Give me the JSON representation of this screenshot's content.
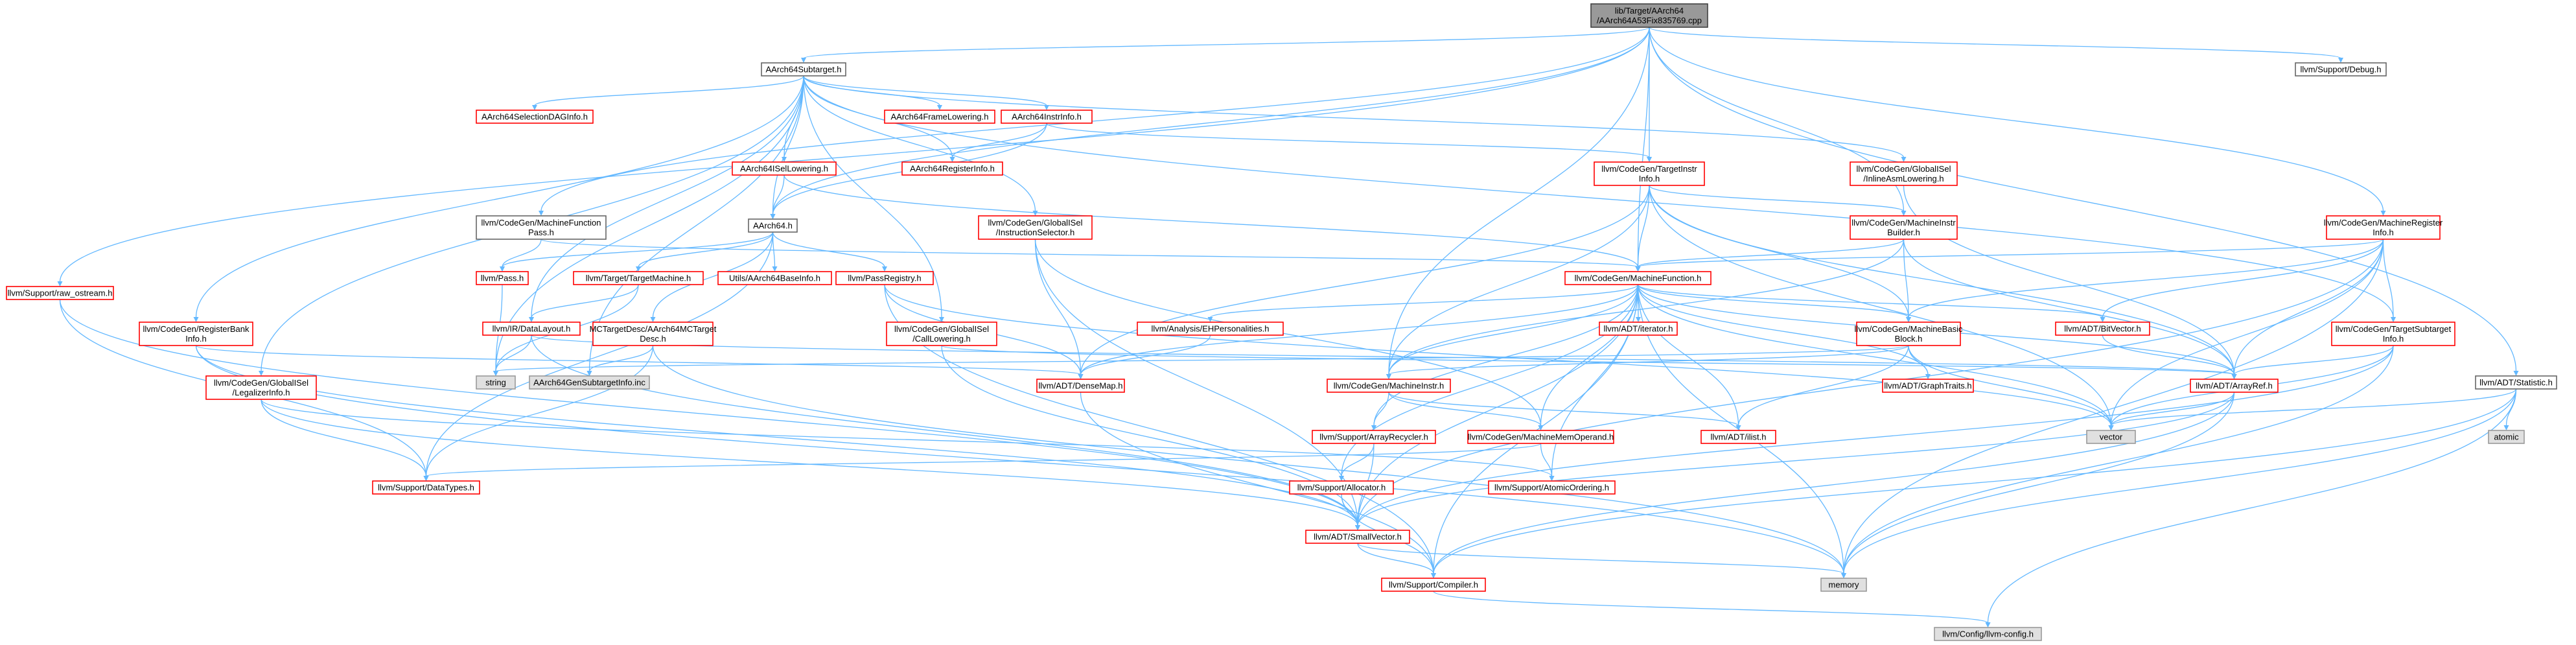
{
  "colors": {
    "root_fill": "#999999",
    "node_stroke_red": "#ff0000",
    "node_stroke_gray": "#666666",
    "node_stroke_dark": "#404040",
    "ext_fill": "#e0e0e0",
    "ext_stroke": "#999999",
    "edge": "#63b8ff",
    "text": "#000000",
    "link_text": "#cc0000"
  },
  "nodes": [
    {
      "id": "root",
      "lines": [
        "lib/Target/AArch64",
        "/AArch64A53Fix835769.cpp"
      ],
      "kind": "root"
    },
    {
      "id": "subtarget",
      "lines": [
        "AArch64Subtarget.h"
      ],
      "kind": "gray"
    },
    {
      "id": "support_debug",
      "lines": [
        "llvm/Support/Debug.h"
      ],
      "kind": "gray"
    },
    {
      "id": "raw_ostream",
      "lines": [
        "llvm/Support/raw_ostream.h"
      ],
      "kind": "red"
    },
    {
      "id": "sel_dag",
      "lines": [
        "AArch64SelectionDAGInfo.h"
      ],
      "kind": "red"
    },
    {
      "id": "frame_lowering",
      "lines": [
        "AArch64FrameLowering.h"
      ],
      "kind": "red"
    },
    {
      "id": "instr_info",
      "lines": [
        "AArch64InstrInfo.h"
      ],
      "kind": "red"
    },
    {
      "id": "register_info",
      "lines": [
        "AArch64RegisterInfo.h"
      ],
      "kind": "red"
    },
    {
      "id": "isel_lowering",
      "lines": [
        "AArch64ISelLowering.h"
      ],
      "kind": "red"
    },
    {
      "id": "mf_pass",
      "lines": [
        "llvm/CodeGen/MachineFunction",
        "Pass.h"
      ],
      "kind": "gray"
    },
    {
      "id": "aarch64",
      "lines": [
        "AArch64.h"
      ],
      "kind": "gray"
    },
    {
      "id": "pass",
      "lines": [
        "llvm/Pass.h"
      ],
      "kind": "red"
    },
    {
      "id": "target_machine",
      "lines": [
        "llvm/Target/TargetMachine.h"
      ],
      "kind": "red"
    },
    {
      "id": "base_info",
      "lines": [
        "Utils/AArch64BaseInfo.h"
      ],
      "kind": "red"
    },
    {
      "id": "pass_registry",
      "lines": [
        "llvm/PassRegistry.h"
      ],
      "kind": "red"
    },
    {
      "id": "data_layout",
      "lines": [
        "llvm/IR/DataLayout.h"
      ],
      "kind": "red"
    },
    {
      "id": "mc_target",
      "lines": [
        "MCTargetDesc/AArch64MCTarget",
        "Desc.h"
      ],
      "kind": "red"
    },
    {
      "id": "gisel_isel",
      "lines": [
        "llvm/CodeGen/GlobalISel",
        "/InstructionSelector.h"
      ],
      "kind": "red"
    },
    {
      "id": "gisel_call",
      "lines": [
        "llvm/CodeGen/GlobalISel",
        "/CallLowering.h"
      ],
      "kind": "red"
    },
    {
      "id": "regbank_info",
      "lines": [
        "llvm/CodeGen/RegisterBank",
        "Info.h"
      ],
      "kind": "red"
    },
    {
      "id": "gisel_legalizer",
      "lines": [
        "llvm/CodeGen/GlobalISel",
        "/LegalizerInfo.h"
      ],
      "kind": "red"
    },
    {
      "id": "target_instr",
      "lines": [
        "llvm/CodeGen/TargetInstr",
        "Info.h"
      ],
      "kind": "red"
    },
    {
      "id": "gisel_inline",
      "lines": [
        "llvm/CodeGen/GlobalISel",
        "/InlineAsmLowering.h"
      ],
      "kind": "red"
    },
    {
      "id": "mi_builder",
      "lines": [
        "llvm/CodeGen/MachineInstr",
        "Builder.h"
      ],
      "kind": "red"
    },
    {
      "id": "machine_function",
      "lines": [
        "llvm/CodeGen/MachineFunction.h"
      ],
      "kind": "red"
    },
    {
      "id": "mri",
      "lines": [
        "llvm/CodeGen/MachineRegister",
        "Info.h"
      ],
      "kind": "red"
    },
    {
      "id": "eh_personalities",
      "lines": [
        "llvm/Analysis/EHPersonalities.h"
      ],
      "kind": "red"
    },
    {
      "id": "adt_iterator",
      "lines": [
        "llvm/ADT/iterator.h"
      ],
      "kind": "red"
    },
    {
      "id": "mbb",
      "lines": [
        "llvm/CodeGen/MachineBasic",
        "Block.h"
      ],
      "kind": "red"
    },
    {
      "id": "adt_bitvector",
      "lines": [
        "llvm/ADT/BitVector.h"
      ],
      "kind": "red"
    },
    {
      "id": "target_subtarget",
      "lines": [
        "llvm/CodeGen/TargetSubtarget",
        "Info.h"
      ],
      "kind": "red"
    },
    {
      "id": "adt_statistic",
      "lines": [
        "llvm/ADT/Statistic.h"
      ],
      "kind": "gray"
    },
    {
      "id": "string",
      "lines": [
        "string"
      ],
      "kind": "ext"
    },
    {
      "id": "subtarget_info_inc",
      "lines": [
        "AArch64GenSubtargetInfo.inc"
      ],
      "kind": "ext"
    },
    {
      "id": "adt_densemap",
      "lines": [
        "llvm/ADT/DenseMap.h"
      ],
      "kind": "red"
    },
    {
      "id": "machine_instr",
      "lines": [
        "llvm/CodeGen/MachineInstr.h"
      ],
      "kind": "red"
    },
    {
      "id": "adt_graphtraits",
      "lines": [
        "llvm/ADT/GraphTraits.h"
      ],
      "kind": "red"
    },
    {
      "id": "adt_arrayref",
      "lines": [
        "llvm/ADT/ArrayRef.h"
      ],
      "kind": "red"
    },
    {
      "id": "vector",
      "lines": [
        "vector"
      ],
      "kind": "ext"
    },
    {
      "id": "atomic",
      "lines": [
        "atomic"
      ],
      "kind": "ext"
    },
    {
      "id": "array_recycler",
      "lines": [
        "llvm/Support/ArrayRecycler.h"
      ],
      "kind": "red"
    },
    {
      "id": "mmo",
      "lines": [
        "llvm/CodeGen/MachineMemOperand.h"
      ],
      "kind": "red"
    },
    {
      "id": "adt_ilist",
      "lines": [
        "llvm/ADT/ilist.h"
      ],
      "kind": "red"
    },
    {
      "id": "support_allocator",
      "lines": [
        "llvm/Support/Allocator.h"
      ],
      "kind": "red"
    },
    {
      "id": "atomic_ordering",
      "lines": [
        "llvm/Support/AtomicOrdering.h"
      ],
      "kind": "red"
    },
    {
      "id": "data_types",
      "lines": [
        "llvm/Support/DataTypes.h"
      ],
      "kind": "red"
    },
    {
      "id": "small_vector",
      "lines": [
        "llvm/ADT/SmallVector.h"
      ],
      "kind": "red"
    },
    {
      "id": "memory",
      "lines": [
        "memory"
      ],
      "kind": "ext"
    },
    {
      "id": "compiler",
      "lines": [
        "llvm/Support/Compiler.h"
      ],
      "kind": "red"
    },
    {
      "id": "llvm_config",
      "lines": [
        "llvm/Config/llvm-config.h"
      ],
      "kind": "ext"
    }
  ],
  "edges": [
    [
      "root",
      "subtarget"
    ],
    [
      "root",
      "support_debug"
    ],
    [
      "root",
      "raw_ostream"
    ],
    [
      "root",
      "mf_pass"
    ],
    [
      "root",
      "aarch64"
    ],
    [
      "root",
      "target_instr"
    ],
    [
      "root",
      "mi_builder"
    ],
    [
      "root",
      "machine_function"
    ],
    [
      "root",
      "mri"
    ],
    [
      "root",
      "adt_statistic"
    ],
    [
      "root",
      "machine_instr"
    ],
    [
      "subtarget",
      "sel_dag"
    ],
    [
      "subtarget",
      "frame_lowering"
    ],
    [
      "subtarget",
      "instr_info"
    ],
    [
      "subtarget",
      "register_info"
    ],
    [
      "subtarget",
      "isel_lowering"
    ],
    [
      "subtarget",
      "aarch64"
    ],
    [
      "subtarget",
      "gisel_isel"
    ],
    [
      "subtarget",
      "gisel_call"
    ],
    [
      "subtarget",
      "regbank_info"
    ],
    [
      "subtarget",
      "gisel_legalizer"
    ],
    [
      "subtarget",
      "gisel_inline"
    ],
    [
      "subtarget",
      "target_subtarget"
    ],
    [
      "subtarget",
      "string"
    ],
    [
      "subtarget",
      "subtarget_info_inc"
    ],
    [
      "subtarget",
      "data_layout"
    ],
    [
      "instr_info",
      "register_info"
    ],
    [
      "instr_info",
      "target_instr"
    ],
    [
      "instr_info",
      "aarch64"
    ],
    [
      "isel_lowering",
      "aarch64"
    ],
    [
      "isel_lowering",
      "machine_function"
    ],
    [
      "mf_pass",
      "pass"
    ],
    [
      "mf_pass",
      "machine_function"
    ],
    [
      "aarch64",
      "pass"
    ],
    [
      "aarch64",
      "target_machine"
    ],
    [
      "aarch64",
      "base_info"
    ],
    [
      "aarch64",
      "pass_registry"
    ],
    [
      "aarch64",
      "mc_target"
    ],
    [
      "aarch64",
      "data_types"
    ],
    [
      "pass",
      "string"
    ],
    [
      "target_machine",
      "data_layout"
    ],
    [
      "target_machine",
      "string"
    ],
    [
      "pass_registry",
      "adt_densemap"
    ],
    [
      "pass_registry",
      "compiler"
    ],
    [
      "pass_registry",
      "vector"
    ],
    [
      "data_layout",
      "small_vector"
    ],
    [
      "data_layout",
      "string"
    ],
    [
      "data_layout",
      "adt_arrayref"
    ],
    [
      "mc_target",
      "data_types"
    ],
    [
      "mc_target",
      "memory"
    ],
    [
      "mc_target",
      "subtarget_info_inc"
    ],
    [
      "gisel_isel",
      "adt_densemap"
    ],
    [
      "gisel_isel",
      "small_vector"
    ],
    [
      "gisel_isel",
      "mmo"
    ],
    [
      "gisel_call",
      "small_vector"
    ],
    [
      "gisel_call",
      "adt_arrayref"
    ],
    [
      "regbank_info",
      "small_vector"
    ],
    [
      "regbank_info",
      "memory"
    ],
    [
      "regbank_info",
      "adt_densemap"
    ],
    [
      "gisel_legalizer",
      "small_vector"
    ],
    [
      "gisel_legalizer",
      "atomic_ordering"
    ],
    [
      "gisel_legalizer",
      "data_types"
    ],
    [
      "target_instr",
      "machine_function"
    ],
    [
      "target_instr",
      "mbb"
    ],
    [
      "target_instr",
      "machine_instr"
    ],
    [
      "target_instr",
      "adt_arrayref"
    ],
    [
      "target_instr",
      "adt_densemap"
    ],
    [
      "target_instr",
      "mi_builder"
    ],
    [
      "target_instr",
      "vector"
    ],
    [
      "gisel_inline",
      "adt_arrayref"
    ],
    [
      "mi_builder",
      "machine_function"
    ],
    [
      "mi_builder",
      "mbb"
    ],
    [
      "mi_builder",
      "machine_instr"
    ],
    [
      "mi_builder",
      "adt_arrayref"
    ],
    [
      "mri",
      "machine_function"
    ],
    [
      "mri",
      "mbb"
    ],
    [
      "mri",
      "adt_bitvector"
    ],
    [
      "mri",
      "target_subtarget"
    ],
    [
      "mri",
      "adt_arrayref"
    ],
    [
      "mri",
      "small_vector"
    ],
    [
      "mri",
      "memory"
    ],
    [
      "mri",
      "vector"
    ],
    [
      "machine_function",
      "eh_personalities"
    ],
    [
      "machine_function",
      "adt_iterator"
    ],
    [
      "machine_function",
      "mbb"
    ],
    [
      "machine_function",
      "adt_bitvector"
    ],
    [
      "machine_function",
      "adt_densemap"
    ],
    [
      "machine_function",
      "machine_instr"
    ],
    [
      "machine_function",
      "adt_graphtraits"
    ],
    [
      "machine_function",
      "adt_ilist"
    ],
    [
      "machine_function",
      "array_recycler"
    ],
    [
      "machine_function",
      "mmo"
    ],
    [
      "machine_function",
      "support_allocator"
    ],
    [
      "machine_function",
      "atomic_ordering"
    ],
    [
      "machine_function",
      "small_vector"
    ],
    [
      "machine_function",
      "memory"
    ],
    [
      "machine_function",
      "compiler"
    ],
    [
      "machine_function",
      "adt_arrayref"
    ],
    [
      "machine_function",
      "vector"
    ],
    [
      "eh_personalities",
      "adt_densemap"
    ],
    [
      "mbb",
      "machine_instr"
    ],
    [
      "mbb",
      "adt_graphtraits"
    ],
    [
      "mbb",
      "adt_ilist"
    ],
    [
      "mbb",
      "vector"
    ],
    [
      "mbb",
      "string"
    ],
    [
      "adt_bitvector",
      "adt_arrayref"
    ],
    [
      "target_subtarget",
      "adt_arrayref"
    ],
    [
      "target_subtarget",
      "small_vector"
    ],
    [
      "target_subtarget",
      "memory"
    ],
    [
      "target_subtarget",
      "vector"
    ],
    [
      "adt_statistic",
      "atomic"
    ],
    [
      "adt_statistic",
      "memory"
    ],
    [
      "adt_statistic",
      "vector"
    ],
    [
      "adt_statistic",
      "compiler"
    ],
    [
      "adt_statistic",
      "llvm_config"
    ],
    [
      "machine_instr",
      "mmo"
    ],
    [
      "machine_instr",
      "array_recycler"
    ],
    [
      "machine_instr",
      "adt_ilist"
    ],
    [
      "adt_densemap",
      "compiler"
    ],
    [
      "adt_arrayref",
      "small_vector"
    ],
    [
      "adt_arrayref",
      "compiler"
    ],
    [
      "adt_arrayref",
      "memory"
    ],
    [
      "adt_arrayref",
      "vector"
    ],
    [
      "array_recycler",
      "support_allocator"
    ],
    [
      "array_recycler",
      "small_vector"
    ],
    [
      "mmo",
      "atomic_ordering"
    ],
    [
      "mmo",
      "data_types"
    ],
    [
      "support_allocator",
      "small_vector"
    ],
    [
      "support_allocator",
      "compiler"
    ],
    [
      "small_vector",
      "compiler"
    ],
    [
      "small_vector",
      "memory"
    ],
    [
      "compiler",
      "llvm_config"
    ],
    [
      "raw_ostream",
      "small_vector"
    ],
    [
      "raw_ostream",
      "data_types"
    ]
  ]
}
